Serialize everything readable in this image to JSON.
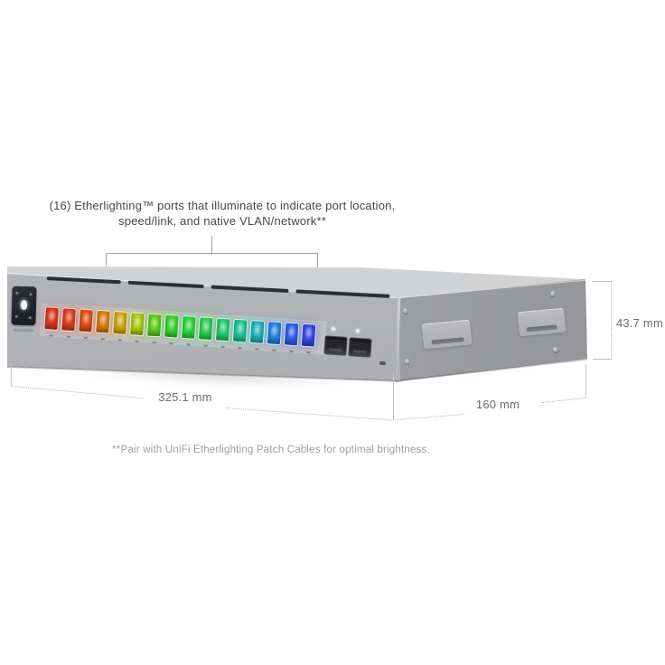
{
  "annotation": {
    "line1": "(16) Etherlighting™ ports that illuminate to indicate port location,",
    "line2": "speed/link, and native VLAN/network**"
  },
  "footnote": "**Pair with UniFi Etherlighting Patch Cables for optimal brightness.",
  "dimensions": {
    "width": "325.1 mm",
    "depth": "160 mm",
    "height": "43.7 mm"
  },
  "device": {
    "port_count": 16,
    "sfp_count": 2,
    "ports": [
      {
        "n": 1,
        "color": "#d8381d"
      },
      {
        "n": 2,
        "color": "#dc3f1a"
      },
      {
        "n": 3,
        "color": "#e04d15"
      },
      {
        "n": 4,
        "color": "#d87a10"
      },
      {
        "n": 5,
        "color": "#cfa40e"
      },
      {
        "n": 6,
        "color": "#a9c90f"
      },
      {
        "n": 7,
        "color": "#5ecf1a"
      },
      {
        "n": 8,
        "color": "#38d42b"
      },
      {
        "n": 9,
        "color": "#2bd83d"
      },
      {
        "n": 10,
        "color": "#27d14e"
      },
      {
        "n": 11,
        "color": "#23cb6d"
      },
      {
        "n": 12,
        "color": "#1ec392"
      },
      {
        "n": 13,
        "color": "#1bb4b8"
      },
      {
        "n": 14,
        "color": "#2183de"
      },
      {
        "n": 15,
        "color": "#2d5de6"
      },
      {
        "n": 16,
        "color": "#3247ec"
      }
    ],
    "colors": {
      "chassis_top": "#ced0d2",
      "chassis_front": "#b2b3b6",
      "chassis_side": "#9fa1a4",
      "vent": "#2e2f31",
      "sfp_cage": "#26272b",
      "led": "#eceded"
    }
  },
  "text_colors": {
    "heading": "#474849",
    "dimension": "#6b6c6e",
    "footnote": "#9c9d9f",
    "background": "#ffffff"
  }
}
